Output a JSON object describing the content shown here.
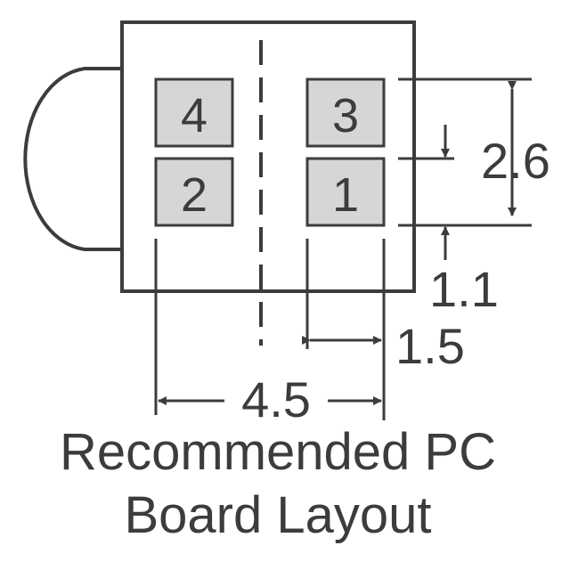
{
  "colors": {
    "line": "#3c3c3c",
    "pad_fill": "#d6d6d6",
    "background": "#ffffff"
  },
  "pads": [
    {
      "label": "4"
    },
    {
      "label": "3"
    },
    {
      "label": "2"
    },
    {
      "label": "1"
    }
  ],
  "dimensions": {
    "pitch_vertical": "2.6",
    "offset": "1.1",
    "pad_width": "1.5",
    "pitch_horizontal": "4.5"
  },
  "caption": {
    "line1": "Recommended PC",
    "line2": "Board Layout"
  }
}
